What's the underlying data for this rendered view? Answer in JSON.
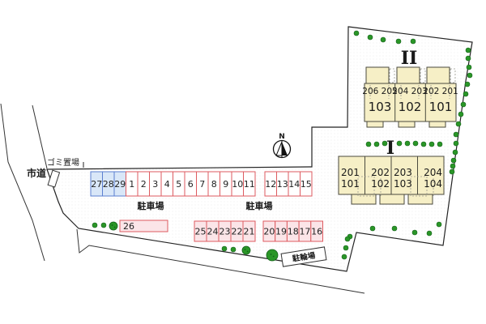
{
  "labels": {
    "city_road": "市道",
    "garbage": "ゴミ置場",
    "parking1": "駐車場",
    "parking2": "駐車場",
    "bicycle": "駐輪場",
    "north": "N"
  },
  "building2": {
    "name": "II",
    "units": [
      {
        "upper": "206 205",
        "main": "103"
      },
      {
        "upper": "204 203",
        "main": "102"
      },
      {
        "upper": "202 201",
        "main": "101"
      }
    ]
  },
  "building1": {
    "name": "I",
    "units": [
      {
        "upper": "201",
        "lower": "101"
      },
      {
        "upper": "202",
        "lower": "102"
      },
      {
        "upper": "203",
        "lower": "103"
      },
      {
        "upper": "204",
        "lower": "104"
      }
    ]
  },
  "parking": {
    "blue_spaces": [
      "27",
      "28",
      "29"
    ],
    "row1": [
      "1",
      "2",
      "3",
      "4",
      "5",
      "6",
      "7",
      "8",
      "9",
      "10",
      "11"
    ],
    "row2": [
      "12",
      "13",
      "14",
      "15"
    ],
    "space26": "26",
    "row3": [
      "25",
      "24",
      "23",
      "22",
      "21"
    ],
    "row4": [
      "20",
      "19",
      "18",
      "17",
      "16"
    ]
  },
  "colors": {
    "red_stroke": "#dd5a5f",
    "pink_fill": "#fbe5e8",
    "blue_stroke": "#5b7fd0",
    "blue_fill": "#d9e7f8",
    "building_fill": "#f6efc6",
    "green": "#2a9627",
    "green_dark": "#14611a",
    "boundary": "#222222"
  }
}
